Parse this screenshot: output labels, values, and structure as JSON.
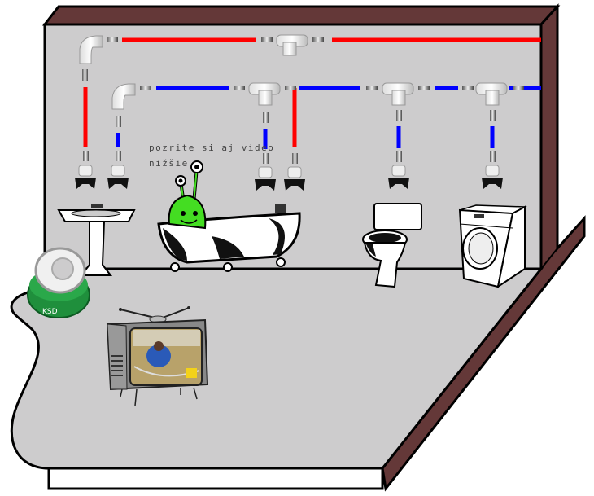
{
  "hint": {
    "line1": "pozrite si aj video",
    "line2": "nižšie"
  },
  "colors": {
    "wall": "#cdcccd",
    "trim": "#643838",
    "hot_pipe": "#ff0000",
    "cold_pipe": "#0000ff",
    "alien": "#44dd22"
  },
  "fixtures": [
    "sink",
    "bathtub",
    "toilet",
    "washing-machine"
  ],
  "icons": [
    "pipe-coil-icon",
    "tv-video-icon",
    "alien-mascot-icon"
  ]
}
